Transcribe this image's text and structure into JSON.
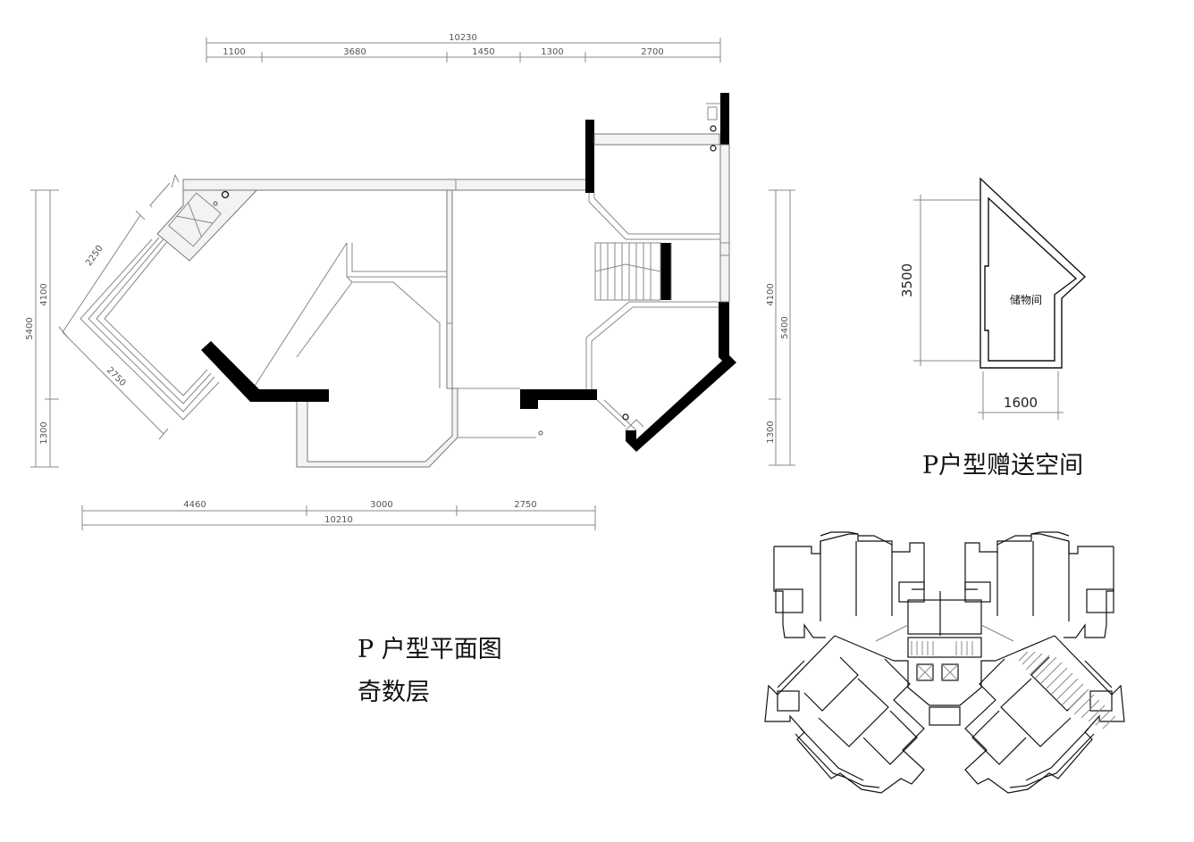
{
  "plan": {
    "top_dims": {
      "total": "10230",
      "segments": [
        "1100",
        "3680",
        "1450",
        "1300",
        "2700"
      ]
    },
    "bottom_dims": {
      "total": "10210",
      "segments": [
        "4460",
        "3000",
        "2750"
      ]
    },
    "left_dims": {
      "total": "5400",
      "upper": "4100",
      "lower": "1300"
    },
    "right_dims": {
      "total": "5400",
      "upper": "4100",
      "lower": "1300"
    },
    "diag_dims": [
      "2250",
      "2750"
    ]
  },
  "titles": {
    "main": "P 户型平面图",
    "floor": "奇数层"
  },
  "bonus": {
    "height_dim": "3500",
    "width_dim": "1600",
    "room_label": "储物间",
    "caption": "P户型赠送空间"
  }
}
